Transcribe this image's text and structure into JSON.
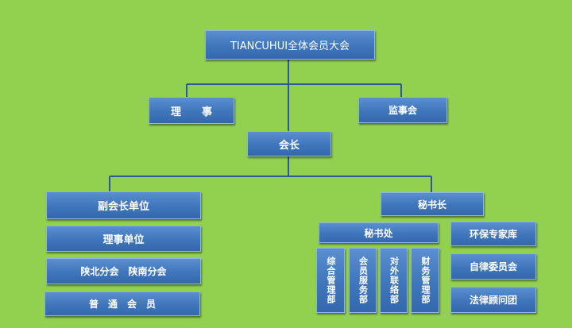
{
  "diagram": {
    "background": "#92d050",
    "box_color": "#3f76bb",
    "line_color": "#2a5a9a",
    "nodes": {
      "general_assembly": "TIANCUHUI全体会员大会",
      "council": "理　　事",
      "supervisory_board": "监事会",
      "president": "会长",
      "vice_president_units": "副会长单位",
      "council_units": "理事单位",
      "branches": "陕北分会　陕南分会",
      "ordinary_members": "普　通　会　员",
      "secretary_general": "秘书长",
      "secretariat": "秘书处",
      "dept_general_management": "综合管理部",
      "dept_member_services": "会员服务部",
      "dept_external_liaison": "对外联络部",
      "dept_finance_management": "财务管理部",
      "env_expert_pool": "环保专家库",
      "self_discipline_committee": "自律委员会",
      "legal_advisory_group": "法律顾问团"
    }
  }
}
